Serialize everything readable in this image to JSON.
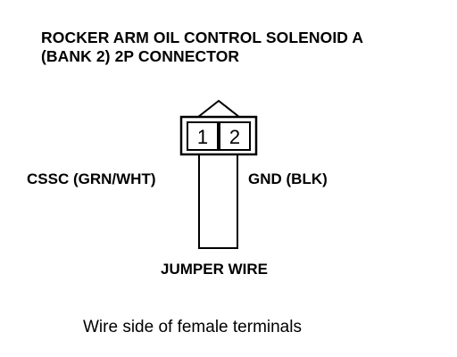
{
  "title": {
    "line1": "ROCKER ARM OIL CONTROL SOLENOID A",
    "line2": "(BANK 2) 2P CONNECTOR"
  },
  "connector": {
    "pins": [
      "1",
      "2"
    ]
  },
  "labels": {
    "left_wire": "CSSC (GRN/WHT)",
    "right_wire": "GND (BLK)",
    "jumper": "JUMPER WIRE"
  },
  "caption": "Wire side of female terminals",
  "colors": {
    "ink": "#000000",
    "background": "#ffffff"
  }
}
